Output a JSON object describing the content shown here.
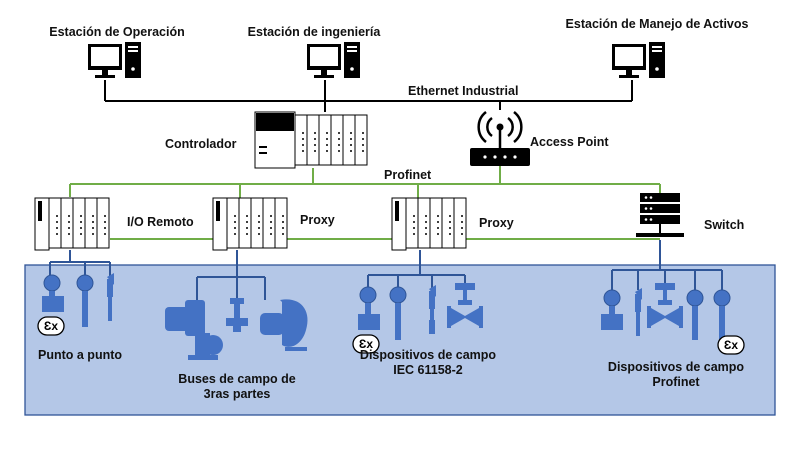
{
  "stations": {
    "operation": "Estación de Operación",
    "engineering": "Estación de ingeniería",
    "asset_mgmt": "Estación de Manejo de Activos"
  },
  "network": {
    "ethernet": "Ethernet Industrial",
    "profinet": "Profinet"
  },
  "devices": {
    "controller": "Controlador",
    "access_point": "Access Point",
    "remote_io": "I/O Remoto",
    "proxy_1": "Proxy",
    "proxy_2": "Proxy",
    "switch": "Switch"
  },
  "field": {
    "point_to_point": "Punto a punto",
    "third_party_line1": "Buses de campo de",
    "third_party_line2": "3ras partes",
    "iec_line1": "Dispositivos de campo",
    "iec_line2": "IEC 61158-2",
    "profinet_line1": "Dispositivos de campo",
    "profinet_line2": "Profinet",
    "ex_mark": "Ɛx"
  },
  "colors": {
    "field_zone": "#b4c7e7",
    "field_border": "#2f5597",
    "device_blue": "#4472c4",
    "profinet_green": "#70ad47",
    "ethernet_black": "#000000"
  }
}
